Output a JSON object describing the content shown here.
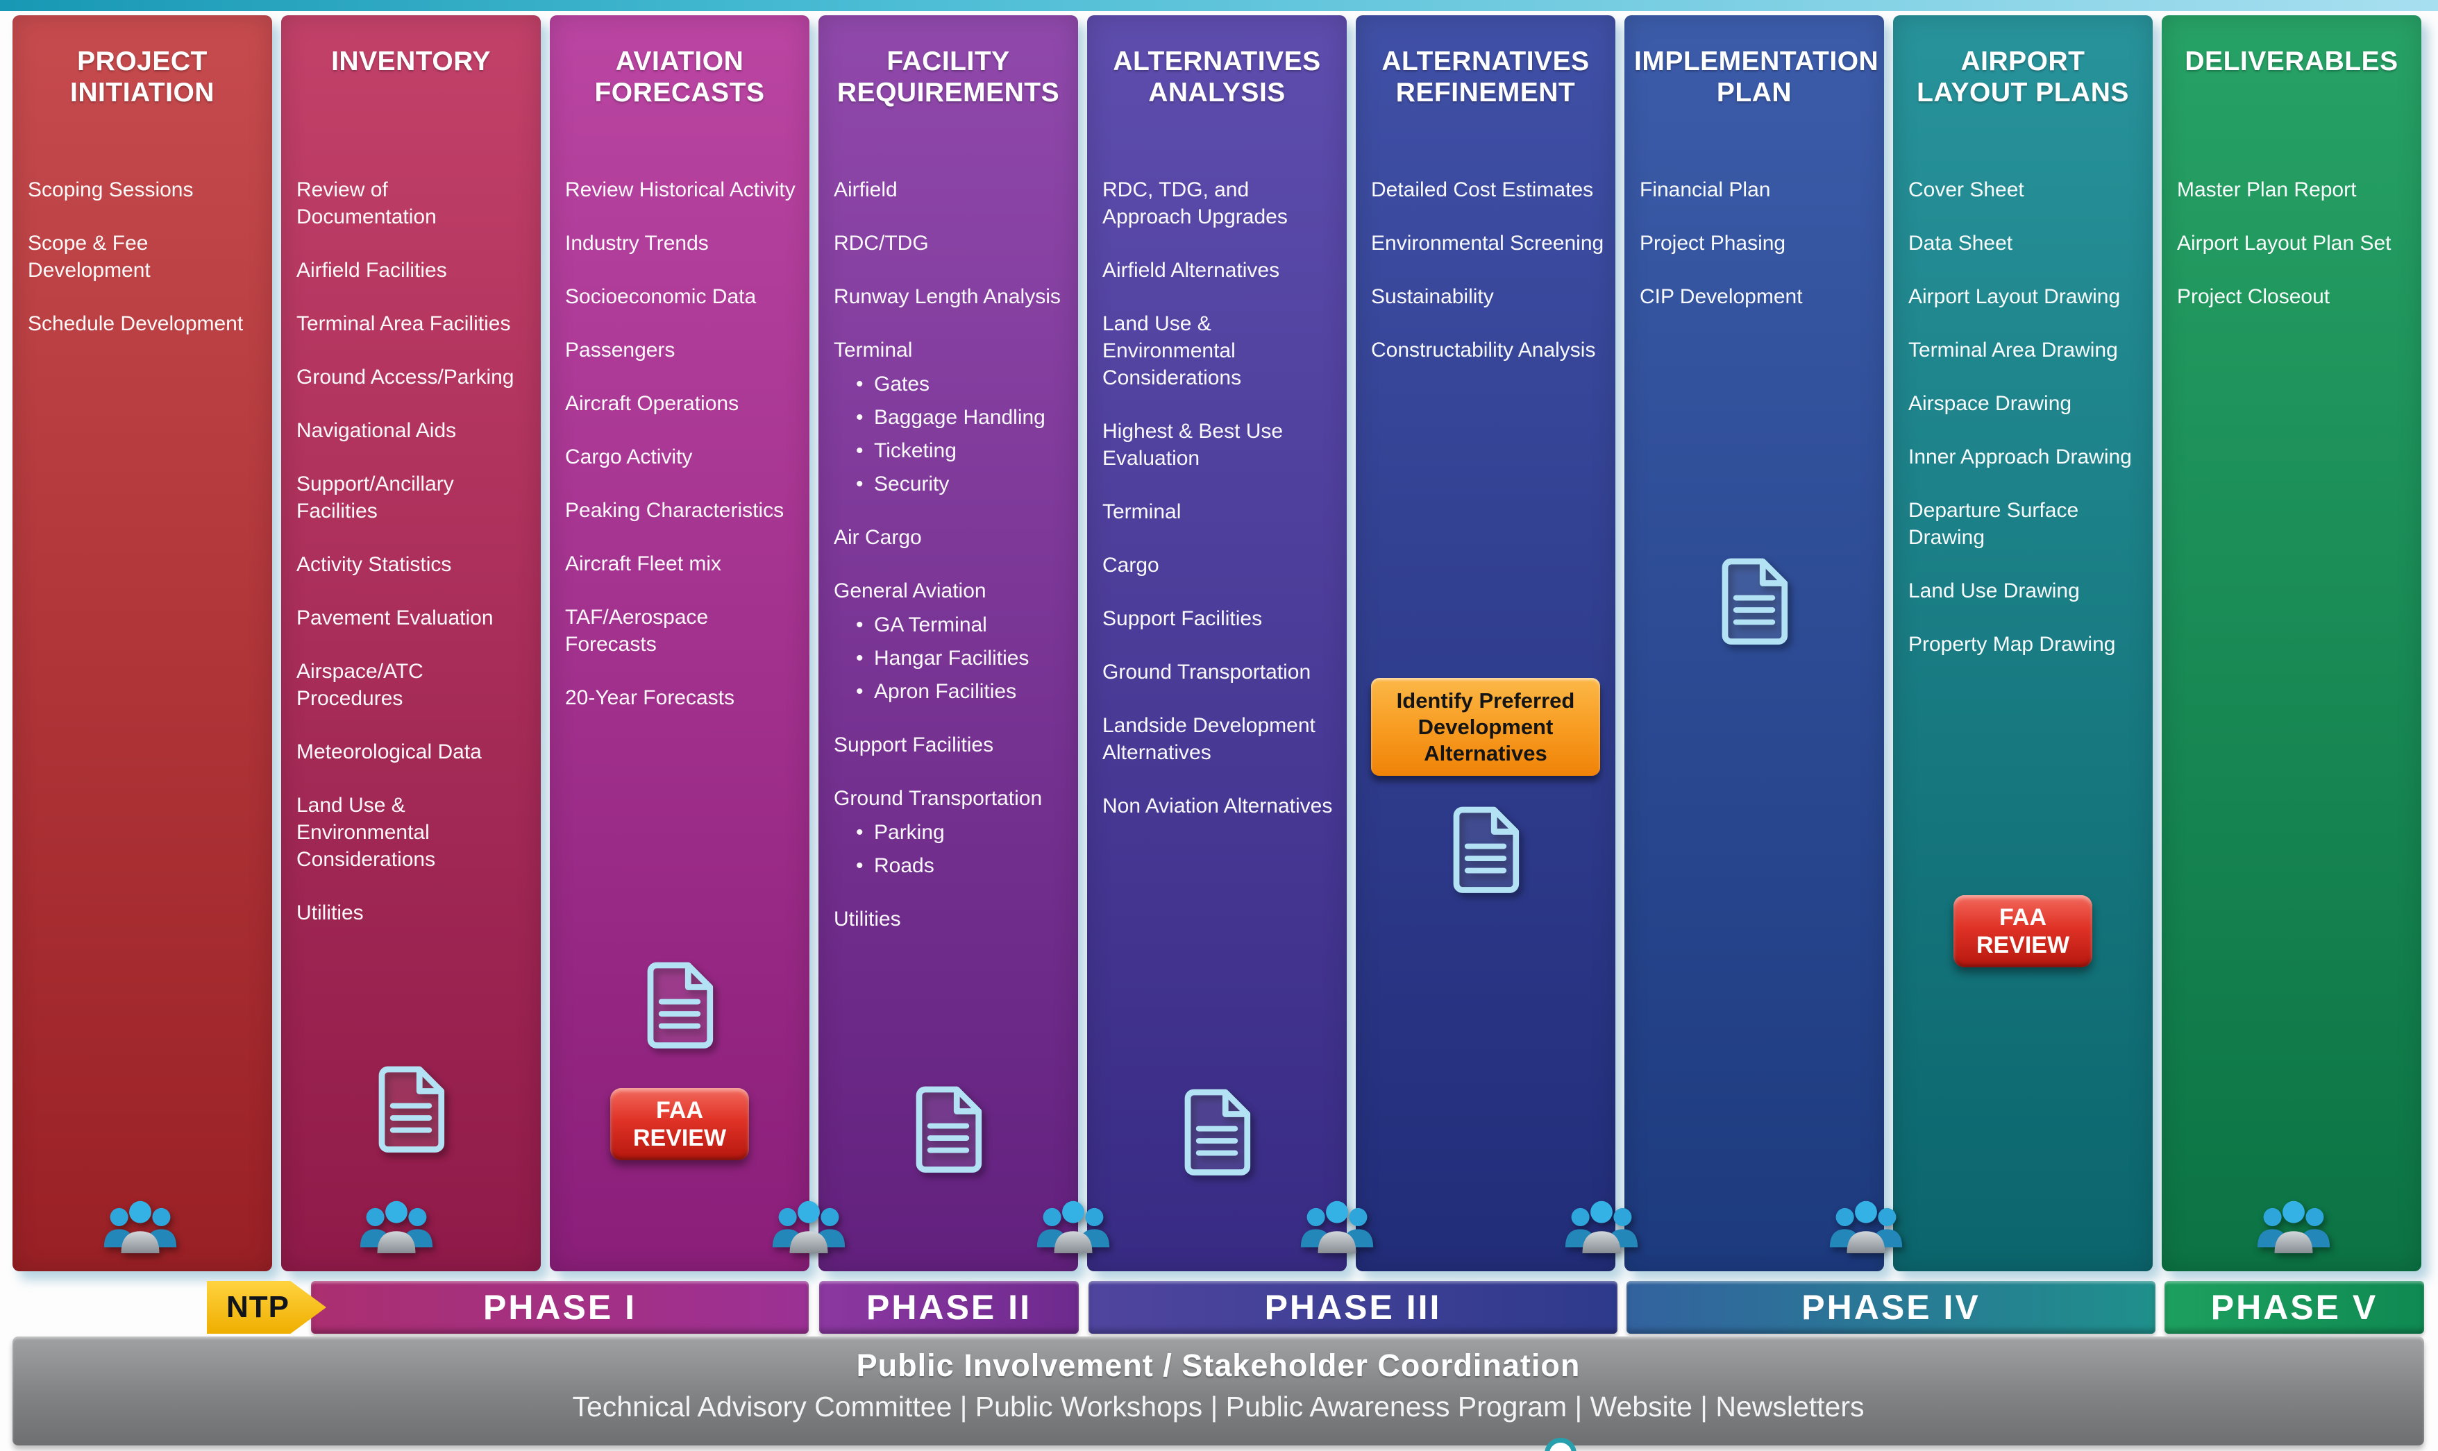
{
  "columns": [
    {
      "title": "PROJECT\nINITIATION",
      "color_top": "#c64b4e",
      "color_bottom": "#992025",
      "items": [
        "Scoping Sessions",
        "Scope & Fee Development",
        "Schedule Development"
      ]
    },
    {
      "title": "INVENTORY",
      "color_top": "#c24169",
      "color_bottom": "#8f1a49",
      "items": [
        "Review of Documentation",
        "Airfield Facilities",
        "Terminal Area Facilities",
        "Ground Access/Parking",
        "Navigational Aids",
        "Support/Ancillary Facilities",
        "Activity Statistics",
        "Pavement Evaluation",
        "Airspace/ATC Procedures",
        "Meteorological Data",
        "Land Use & Environmental Considerations",
        "Utilities"
      ]
    },
    {
      "title": "AVIATION\nFORECASTS",
      "color_top": "#ba45a2",
      "color_bottom": "#8a1e79",
      "items": [
        "Review Historical Activity",
        "Industry Trends",
        "Socioeconomic Data",
        "Passengers",
        "Aircraft Operations",
        "Cargo Activity",
        "Peaking Characteristics",
        "Aircraft Fleet mix",
        "TAF/Aerospace Forecasts",
        "20-Year Forecasts"
      ]
    },
    {
      "title": "FACILITY\nREQUIREMENTS",
      "color_top": "#9049ab",
      "color_bottom": "#63217e",
      "items": [
        "Airfield",
        "RDC/TDG",
        "Runway Length Analysis",
        "Terminal",
        "Gates",
        "Baggage Handling",
        "Ticketing",
        "Security",
        "Air Cargo",
        "General Aviation",
        "GA Terminal",
        "Hangar Facilities",
        "Apron Facilities",
        "Support Facilities",
        "Ground Transportation",
        "Parking",
        "Roads",
        "Utilities"
      ]
    },
    {
      "title": "ALTERNATIVES\nANALYSIS",
      "color_top": "#5e4dad",
      "color_bottom": "#382b84",
      "items": [
        "RDC, TDG, and Approach Upgrades",
        "Airfield Alternatives",
        "Land Use & Environmental Considerations",
        "Highest & Best Use Evaluation",
        "Terminal",
        "Cargo",
        "Support Facilities",
        "Ground Transportation",
        "Landside Development Alternatives",
        "Non Aviation Alternatives"
      ]
    },
    {
      "title": "ALTERNATIVES\nREFINEMENT",
      "color_top": "#4050a6",
      "color_bottom": "#222d79",
      "items": [
        "Detailed Cost Estimates",
        "Environmental Screening",
        "Sustainability",
        "Constructability Analysis"
      ],
      "badge": "Identify Preferred Development Alternatives"
    },
    {
      "title": "IMPLEMENTATION\nPLAN",
      "color_top": "#3c5caa",
      "color_bottom": "#1d3a7e",
      "items": [
        "Financial Plan",
        "Project Phasing",
        "CIP Development"
      ]
    },
    {
      "title": "AIRPORT\nLAYOUT PLANS",
      "color_top": "#28939b",
      "color_bottom": "#0b656c",
      "items": [
        "Cover Sheet",
        "Data Sheet",
        "Airport Layout Drawing",
        "Terminal Area Drawing",
        "Airspace Drawing",
        "Inner Approach Drawing",
        "Departure Surface Drawing",
        "Land Use Drawing",
        "Property Map Drawing"
      ]
    },
    {
      "title": "DELIVERABLES",
      "color_top": "#27a266",
      "color_bottom": "#0c7344",
      "items": [
        "Master Plan Report",
        "Airport Layout Plan Set",
        "Project Closeout"
      ]
    }
  ],
  "faa_badge": {
    "line1": "FAA",
    "line2": "REVIEW"
  },
  "phases": [
    {
      "label": "NTP",
      "from": "#ffd33f",
      "to": "#efae00",
      "dir": "180deg"
    },
    {
      "label": "PHASE I",
      "from": "#ab2f70",
      "to": "#9c3195",
      "dir": "90deg"
    },
    {
      "label": "PHASE II",
      "from": "#8c38a1",
      "to": "#6e2a8e",
      "dir": "90deg"
    },
    {
      "label": "PHASE III",
      "from": "#50459f",
      "to": "#2e3a8c",
      "dir": "90deg"
    },
    {
      "label": "PHASE IV",
      "from": "#33629f",
      "to": "#1f908b",
      "dir": "90deg"
    },
    {
      "label": "PHASE V",
      "from": "#1da05f",
      "to": "#0f8a52",
      "dir": "90deg"
    }
  ],
  "footer": {
    "title": "Public Involvement / Stakeholder Coordination",
    "items": [
      "Technical Advisory Committee",
      "Public Workshops",
      "Public Awareness Program",
      "Website",
      "Newsletters"
    ]
  },
  "icons": {
    "document": "document-icon",
    "stakeholders": "people-group-icon"
  }
}
